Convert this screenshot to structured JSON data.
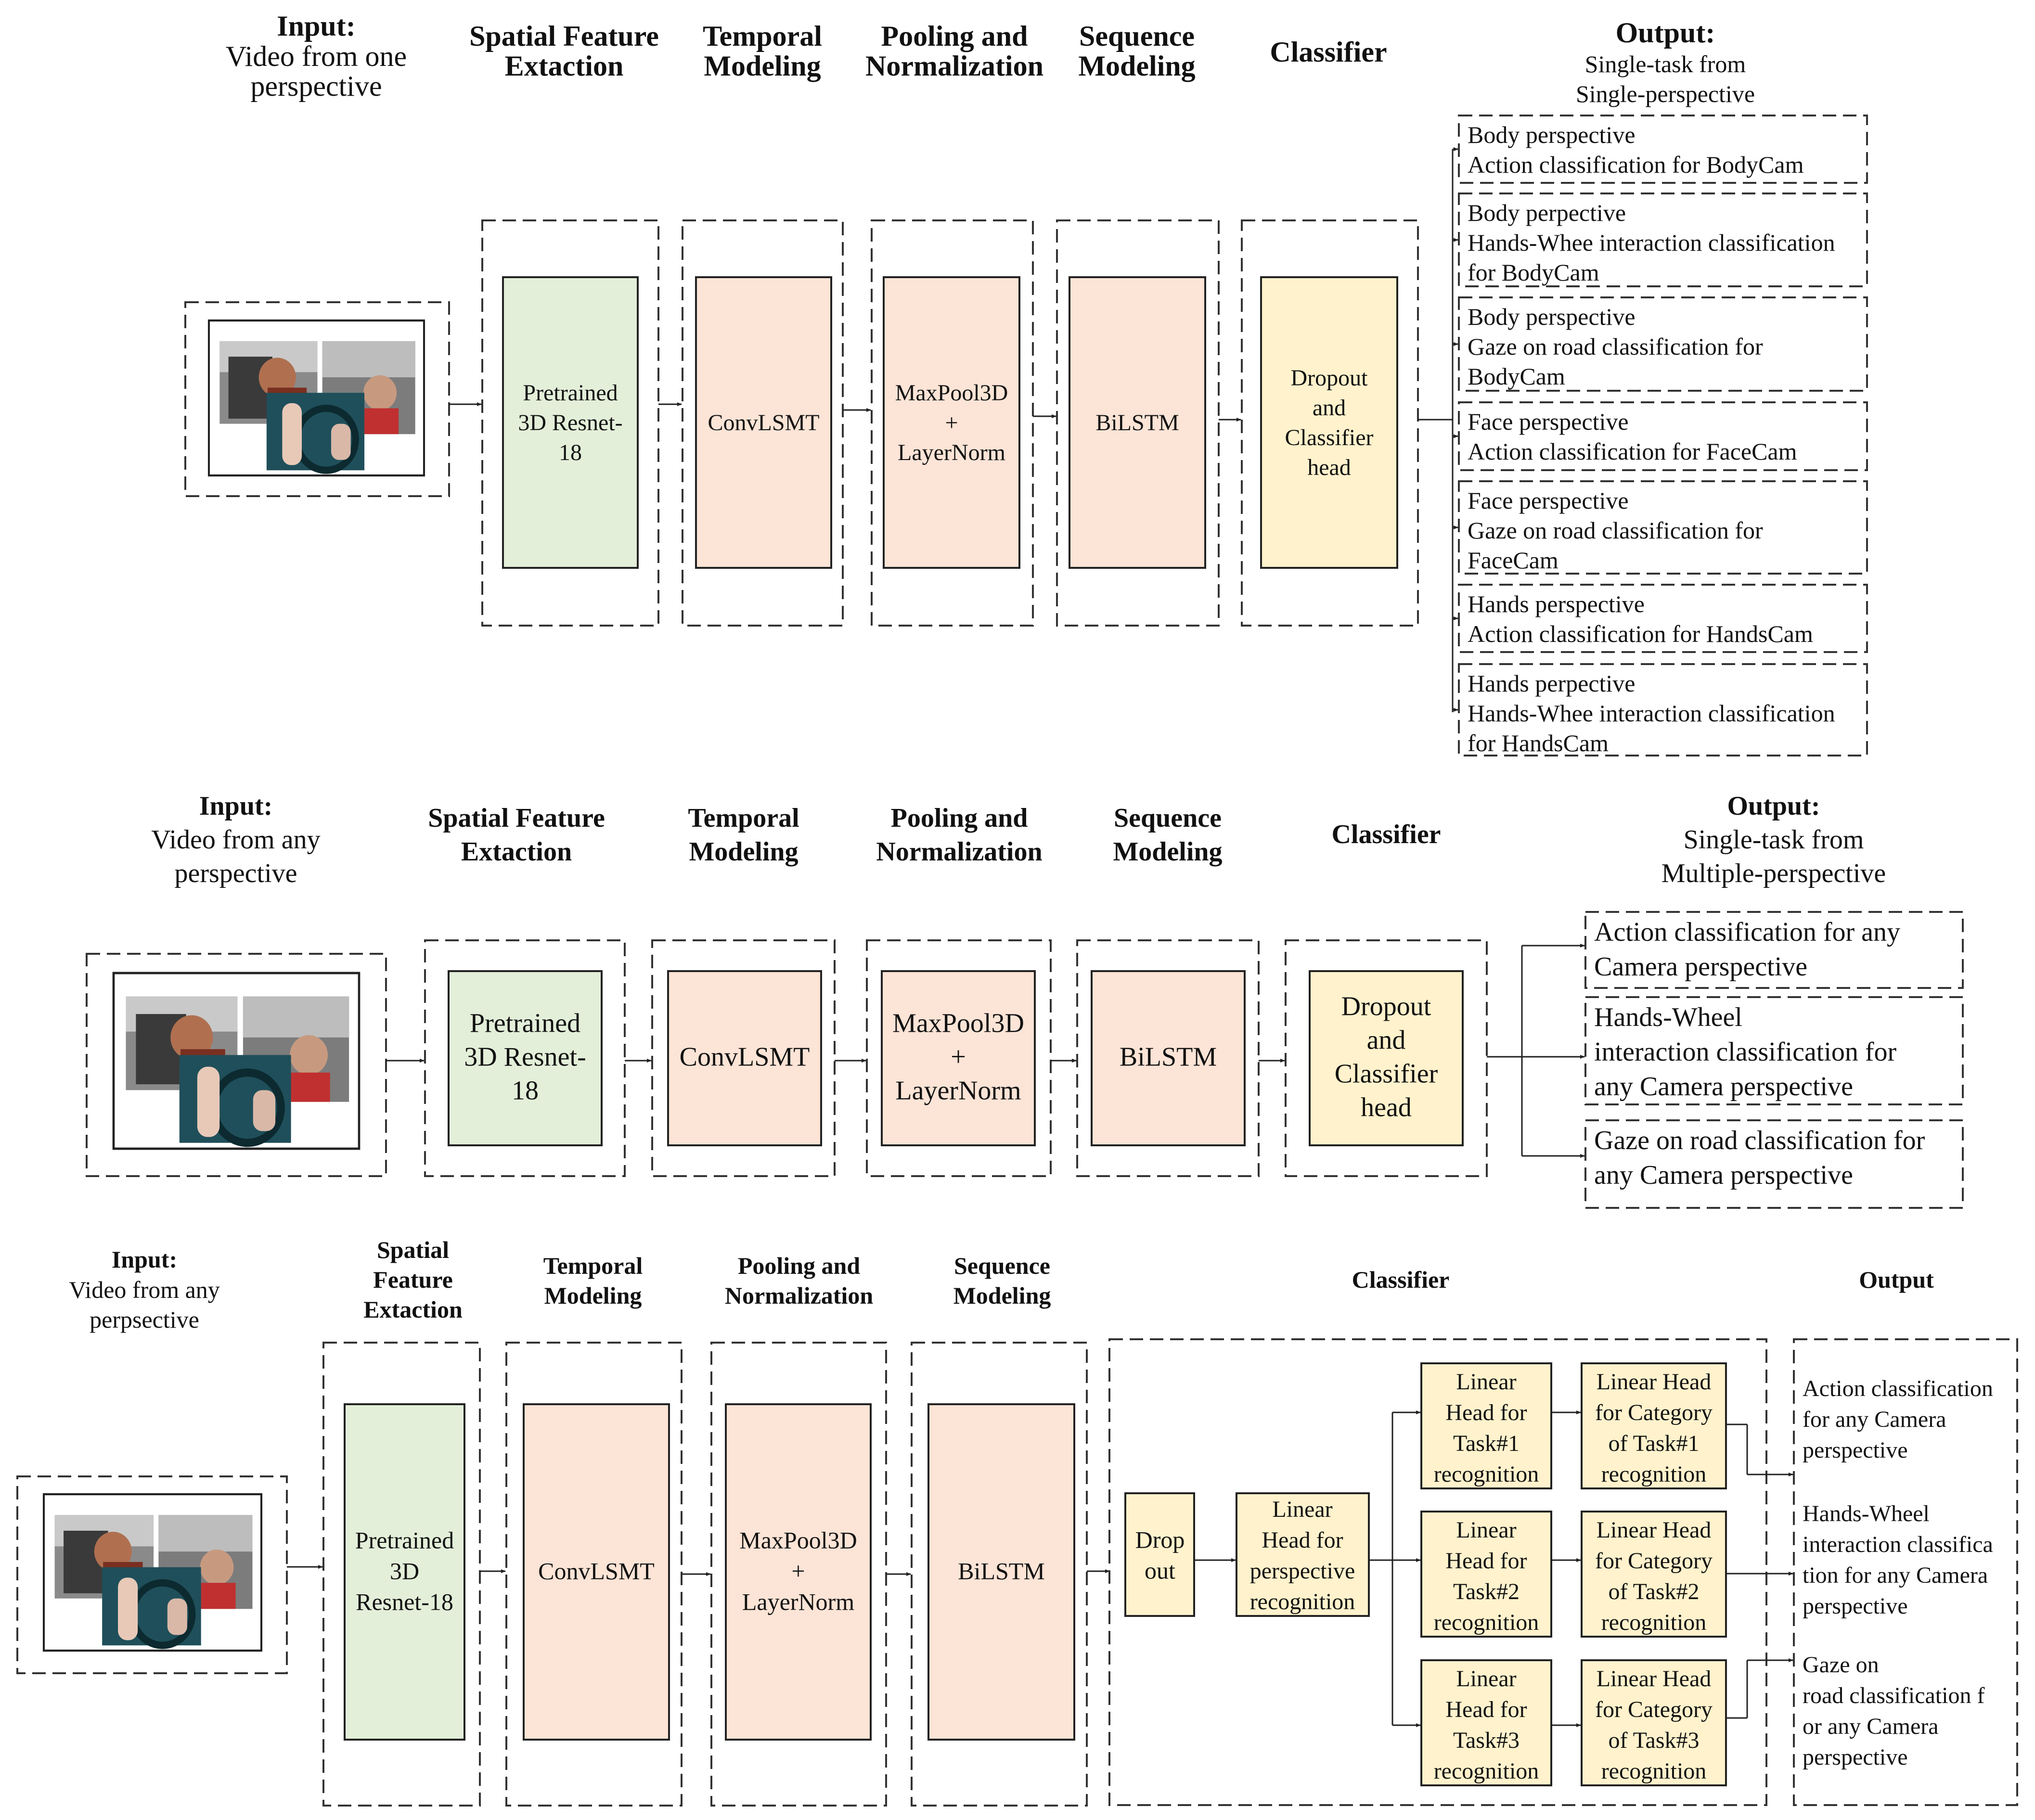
{
  "colors": {
    "pretrained": "#e3efd9",
    "temporal": "#fce4d6",
    "classifier": "#fff2cc",
    "border": "#222222"
  },
  "icons": {
    "input_video": "video-frames-icon"
  },
  "panel1": {
    "input": {
      "title": "Input:",
      "lines": [
        "Video from one",
        "perspective"
      ]
    },
    "headers": [
      [
        "Spatial Feature",
        "Extaction"
      ],
      [
        "Temporal",
        "Modeling"
      ],
      [
        "Pooling and",
        "Normalization"
      ],
      [
        "Sequence",
        "Modeling"
      ],
      [
        "Classifier"
      ]
    ],
    "blocks": [
      [
        "Pretrained",
        "3D Resnet-",
        "18"
      ],
      [
        "ConvLSMT"
      ],
      [
        "MaxPool3D",
        "+",
        "LayerNorm"
      ],
      [
        "BiLSTM"
      ],
      [
        "Dropout",
        "and",
        "Classifier",
        "head"
      ]
    ],
    "output": {
      "title": "Output:",
      "lines": [
        "Single-task from",
        "Single-perspective"
      ],
      "items": [
        [
          "Body perspective",
          "Action classification for BodyCam"
        ],
        [
          "Body perpective",
          "Hands-Whee interaction classification",
          "for BodyCam"
        ],
        [
          "Body perspective",
          "Gaze on road classification for",
          "BodyCam"
        ],
        [
          "Face perspective",
          "Action classification for FaceCam"
        ],
        [
          "Face perspective",
          "Gaze on road classification for",
          "FaceCam"
        ],
        [
          "Hands perspective",
          "Action classification for HandsCam"
        ],
        [
          "Hands perpective",
          "Hands-Whee interaction classification",
          "for HandsCam"
        ]
      ]
    }
  },
  "panel2": {
    "input": {
      "title": "Input:",
      "lines": [
        "Video from any",
        "perspective"
      ]
    },
    "headers": [
      [
        "Spatial Feature",
        "Extaction"
      ],
      [
        "Temporal",
        "Modeling"
      ],
      [
        "Pooling and",
        "Normalization"
      ],
      [
        "Sequence",
        "Modeling"
      ],
      [
        "Classifier"
      ]
    ],
    "blocks": [
      [
        "Pretrained",
        "3D Resnet-",
        "18"
      ],
      [
        "ConvLSMT"
      ],
      [
        "MaxPool3D",
        "+",
        "LayerNorm"
      ],
      [
        "BiLSTM"
      ],
      [
        "Dropout",
        "and",
        "Classifier",
        "head"
      ]
    ],
    "output": {
      "title": "Output:",
      "lines": [
        "Single-task from",
        "Multiple-perspective"
      ],
      "items": [
        [
          "Action classification for any",
          "Camera perspective"
        ],
        [
          "Hands-Wheel",
          "interaction classification for",
          "any Camera perspective"
        ],
        [
          "Gaze on road classification for",
          "any Camera perspective"
        ]
      ]
    }
  },
  "panel3": {
    "input": {
      "title": "Input:",
      "lines": [
        "Video from any",
        "perpsective"
      ]
    },
    "headers": [
      [
        "Spatial",
        "Feature",
        "Extaction"
      ],
      [
        "Temporal",
        "Modeling"
      ],
      [
        "Pooling and",
        "Normalization"
      ],
      [
        "Sequence",
        "Modeling"
      ],
      [
        "Classifier"
      ],
      [
        "Output"
      ]
    ],
    "blocks": [
      [
        "Pretrained",
        "3D",
        "Resnet-18"
      ],
      [
        "ConvLSMT"
      ],
      [
        "MaxPool3D",
        "+",
        "LayerNorm"
      ],
      [
        "BiLSTM"
      ]
    ],
    "dropout": [
      "Drop",
      "out"
    ],
    "perspective_head": [
      "Linear",
      "Head for",
      "perspective",
      "recognition"
    ],
    "task_heads": [
      [
        "Linear",
        "Head for",
        "Task#1",
        "recognition"
      ],
      [
        "Linear",
        "Head for",
        "Task#2",
        "recognition"
      ],
      [
        "Linear",
        "Head for",
        "Task#3",
        "recognition"
      ]
    ],
    "category_heads": [
      [
        "Linear Head",
        "for Category",
        "of Task#1",
        "recognition"
      ],
      [
        "Linear Head",
        "for Category",
        "of Task#2",
        "recognition"
      ],
      [
        "Linear Head",
        "for Category",
        "of Task#3",
        "recognition"
      ]
    ],
    "outputs": [
      [
        "Action classification",
        "for any Camera",
        "perspective"
      ],
      [
        "Hands-Wheel",
        "interaction classifica",
        "tion for any Camera",
        "perspective"
      ],
      [
        "Gaze on",
        "road classification f",
        "or any Camera",
        "perspective"
      ]
    ]
  }
}
